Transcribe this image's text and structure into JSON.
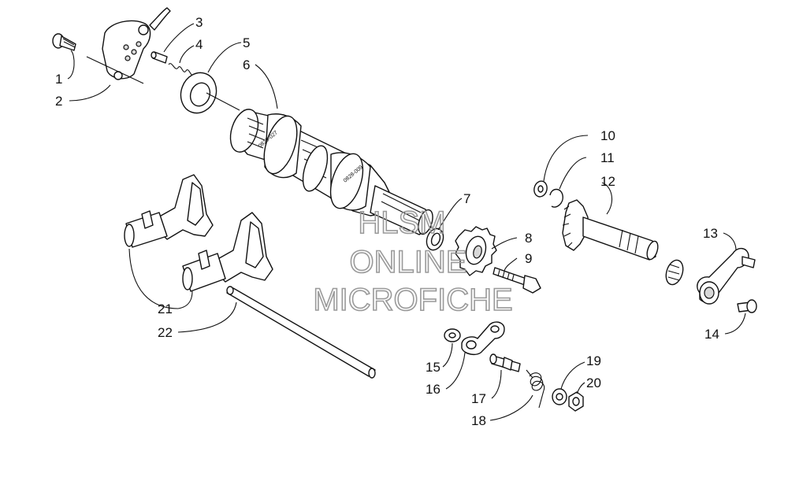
{
  "diagram": {
    "callouts": [
      "1",
      "2",
      "3",
      "4",
      "5",
      "6",
      "7",
      "8",
      "9",
      "10",
      "11",
      "12",
      "13",
      "14",
      "15",
      "16",
      "17",
      "18",
      "19",
      "20",
      "21",
      "22"
    ],
    "shaft_markings": [
      "0828-027",
      "0828-009"
    ]
  },
  "watermark": {
    "line1": "HLSM",
    "line2": "ONLINE",
    "line3": "MICROFICHE",
    "color": "#9a9a9a"
  }
}
